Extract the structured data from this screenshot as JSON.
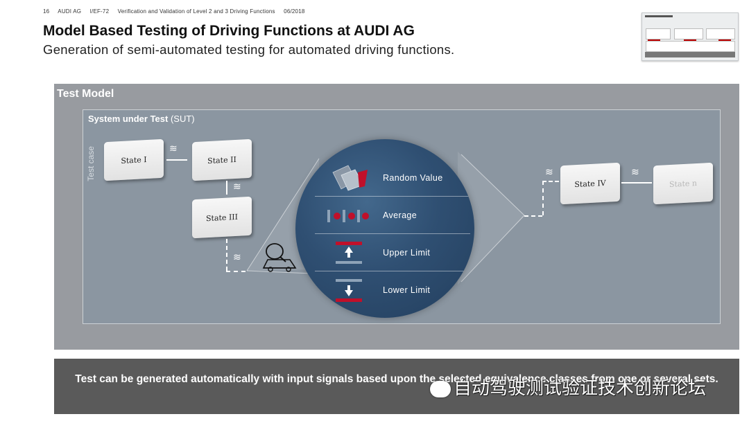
{
  "header": {
    "page_number": "16",
    "company": "AUDI AG",
    "department": "I/EF-72",
    "topic": "Verification and Validation of Level 2 and 3 Driving Functions",
    "date": "06/2018"
  },
  "title": "Model Based Testing of Driving Functions at AUDI AG",
  "subtitle": "Generation of semi-automated testing for automated driving functions.",
  "test_model": {
    "title": "Test Model",
    "sut_title_bold": "System under Test",
    "sut_title_rest": " (SUT)",
    "test_case_label": "Test case",
    "states": [
      "State I",
      "State II",
      "State III",
      "State IV",
      "State n"
    ],
    "equivalence_classes": [
      {
        "label": "Random Value",
        "icon": "random-value-icon"
      },
      {
        "label": "Average",
        "icon": "average-icon"
      },
      {
        "label": "Upper Limit",
        "icon": "upper-limit-icon"
      },
      {
        "label": "Lower Limit",
        "icon": "lower-limit-icon"
      }
    ]
  },
  "footer_note": "Test can be generated automatically with input signals based upon the selected equivalence classes from one or several sets.",
  "watermark": "自动驾驶测试验证技术创新论坛",
  "colors": {
    "panel_bg": "#989ba0",
    "sut_bg": "#8b96a1",
    "circle_bg": "#2f4f72",
    "accent_red": "#c0102a",
    "bottom_bar": "#5a5a5a"
  }
}
